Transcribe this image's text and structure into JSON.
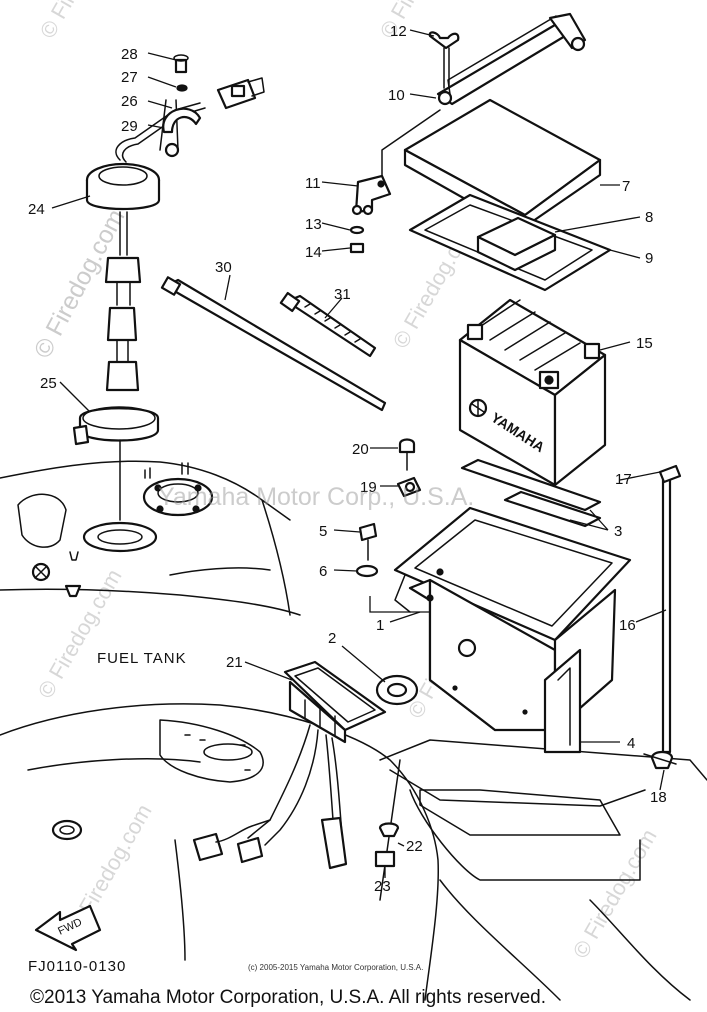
{
  "callouts": [
    "28",
    "27",
    "26",
    "29",
    "24",
    "25",
    "30",
    "31",
    "12",
    "10",
    "11",
    "13",
    "14",
    "7",
    "8",
    "9",
    "15",
    "20",
    "19",
    "5",
    "6",
    "3",
    "1",
    "17",
    "16",
    "2",
    "21",
    "4",
    "18",
    "22",
    "23"
  ],
  "labels": {
    "fuel_tank": "FUEL TANK",
    "fwd": "FWD",
    "battery_brand": "YAMAHA",
    "diagram_code": "FJ0110-0130",
    "fine_copyright": "(c) 2005-2015 Yamaha Motor Corporation, U.S.A.",
    "overlay_copyright": "Yamaha Motor Corp., U.S.A.",
    "footer": "©2013 Yamaha Motor Corporation, U.S.A. All rights reserved."
  },
  "watermark": "© Firedog.com",
  "colors": {
    "ink": "#111111",
    "watermark": "#b8b8b8",
    "background": "#ffffff"
  }
}
